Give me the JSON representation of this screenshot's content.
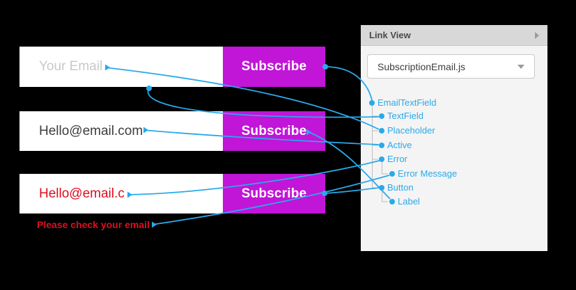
{
  "colors": {
    "accent_blue": "#29a9e9",
    "magenta": "#c115d8",
    "error_red": "#e00d21",
    "placeholder_gray": "#c8c8c8",
    "panel_bg": "#f4f4f4",
    "header_bg": "#d8d8d8",
    "stage_bg": "#000000"
  },
  "canvas": {
    "forms": [
      {
        "state": "placeholder",
        "input_text": "Your Email",
        "button_label": "Subscribe"
      },
      {
        "state": "active",
        "input_text": "Hello@email.com",
        "button_label": "Subscribe"
      },
      {
        "state": "error",
        "input_text": "Hello@email.c",
        "button_label": "Subscribe",
        "error_message": "Please check your email"
      }
    ]
  },
  "panel": {
    "title": "Link View",
    "icons": {
      "collapse": "chevron-right-icon",
      "dropdown": "chevron-down-icon"
    },
    "dropdown": {
      "value": "SubscriptionEmail.js"
    },
    "tree": [
      {
        "label": "EmailTextField",
        "depth": 0
      },
      {
        "label": "TextField",
        "depth": 1
      },
      {
        "label": "Placeholder",
        "depth": 1
      },
      {
        "label": "Active",
        "depth": 1
      },
      {
        "label": "Error",
        "depth": 1
      },
      {
        "label": "Error Message",
        "depth": 2
      },
      {
        "label": "Button",
        "depth": 1
      },
      {
        "label": "Label",
        "depth": 2
      }
    ],
    "links": [
      {
        "from": "form-1-frame-right-edge",
        "to": "EmailTextField"
      },
      {
        "from": "form-1-input-bottom-edge",
        "to": "TextField"
      },
      {
        "from": "form-1-placeholder-text",
        "to": "Placeholder"
      },
      {
        "from": "form-2-input-text",
        "to": "Active"
      },
      {
        "from": "form-3-input-text",
        "to": "Error"
      },
      {
        "from": "form-3-error-message-text",
        "to": "Error Message"
      },
      {
        "from": "form-3-button-right-edge",
        "to": "Button"
      },
      {
        "from": "form-2-button-label",
        "to": "Label"
      }
    ]
  }
}
